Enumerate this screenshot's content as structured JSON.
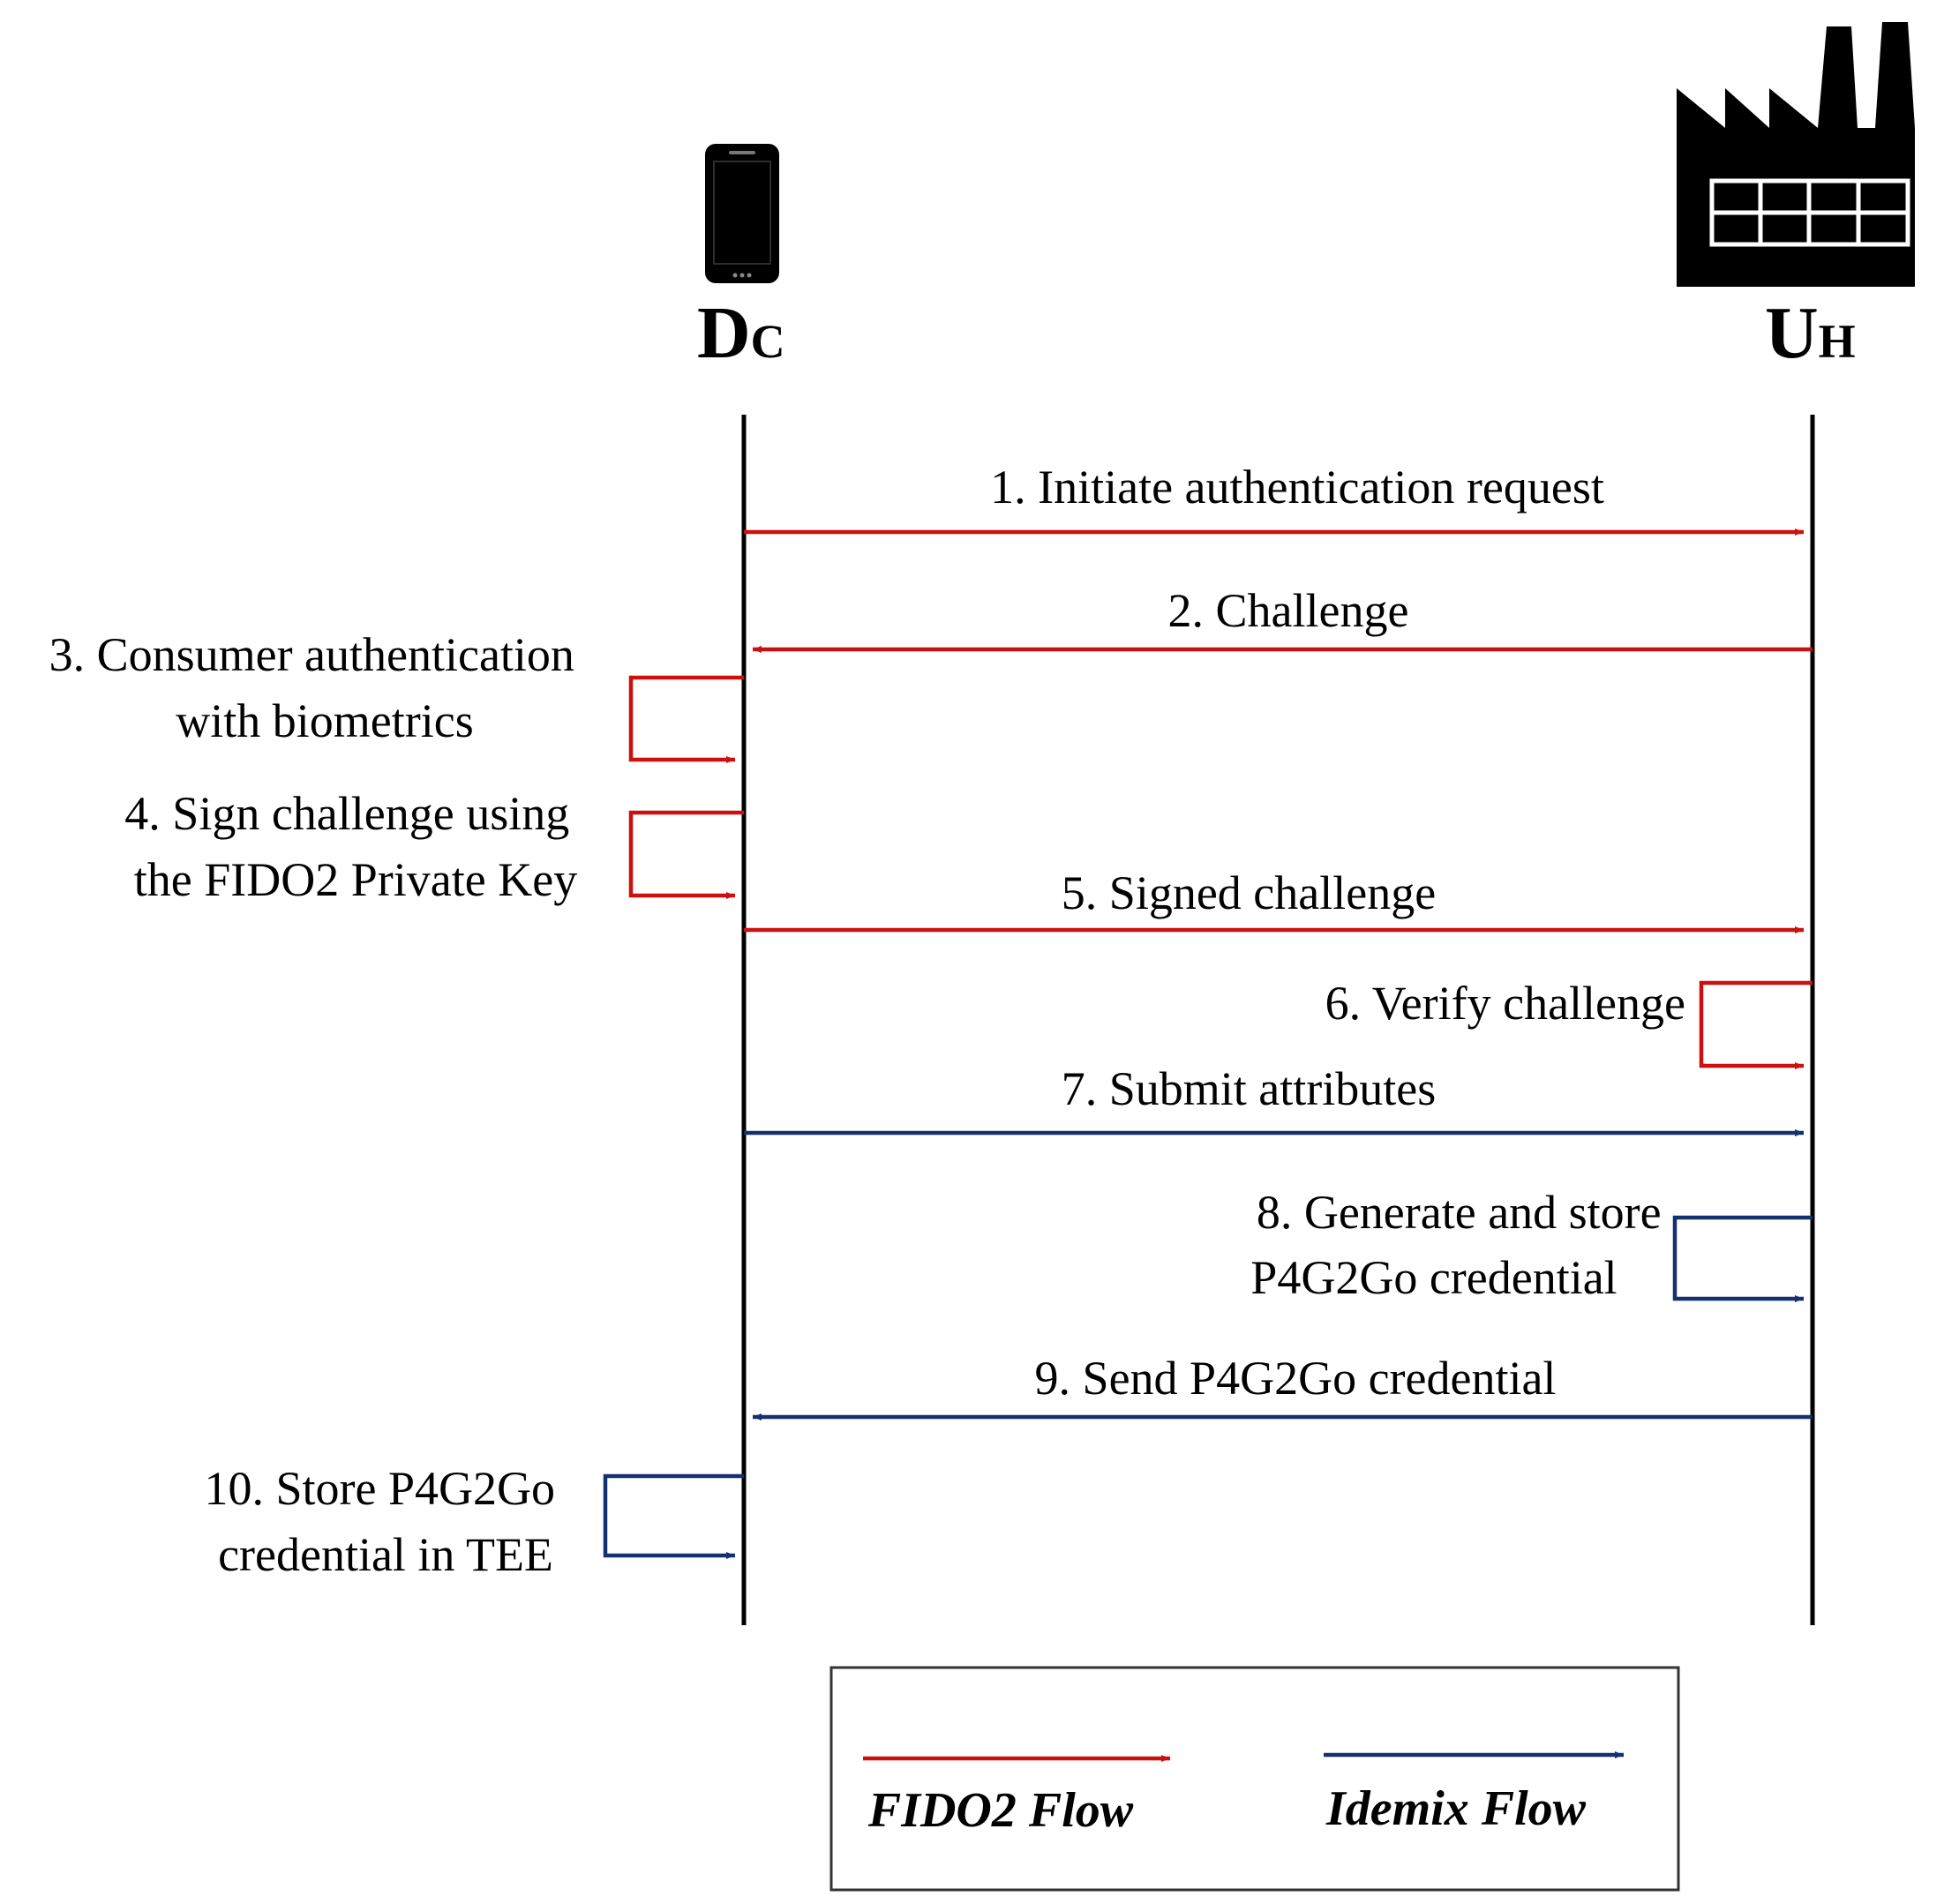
{
  "actors": {
    "left": {
      "main": "D",
      "sub": "C",
      "icon": "smartphone-icon"
    },
    "right": {
      "main": "U",
      "sub": "H",
      "icon": "factory-icon"
    }
  },
  "colors": {
    "fido2": "#cc1010",
    "idemix": "#14306e",
    "lifeline": "#000000"
  },
  "steps": [
    {
      "n": 1,
      "label": "1. Initiate authentication request",
      "flow": "fido2",
      "direction": "left-to-right"
    },
    {
      "n": 2,
      "label": "2. Challenge",
      "flow": "fido2",
      "direction": "right-to-left"
    },
    {
      "n": 3,
      "label": [
        "3. Consumer authentication",
        "with biometrics"
      ],
      "flow": "fido2",
      "direction": "self-left"
    },
    {
      "n": 4,
      "label": [
        "4. Sign challenge using",
        "the FIDO2 Private Key"
      ],
      "flow": "fido2",
      "direction": "self-left"
    },
    {
      "n": 5,
      "label": "5. Signed challenge",
      "flow": "fido2",
      "direction": "left-to-right"
    },
    {
      "n": 6,
      "label": "6. Verify challenge",
      "flow": "fido2",
      "direction": "self-right"
    },
    {
      "n": 7,
      "label": "7. Submit attributes",
      "flow": "idemix",
      "direction": "left-to-right"
    },
    {
      "n": 8,
      "label": [
        "8. Generate and store",
        "P4G2Go credential"
      ],
      "flow": "idemix",
      "direction": "self-right"
    },
    {
      "n": 9,
      "label": "9. Send P4G2Go credential",
      "flow": "idemix",
      "direction": "right-to-left"
    },
    {
      "n": 10,
      "label": [
        "10. Store P4G2Go",
        "credential in TEE"
      ],
      "flow": "idemix",
      "direction": "self-left"
    }
  ],
  "legend": {
    "fido2": "FIDO2 Flow",
    "idemix": "Idemix Flow"
  }
}
